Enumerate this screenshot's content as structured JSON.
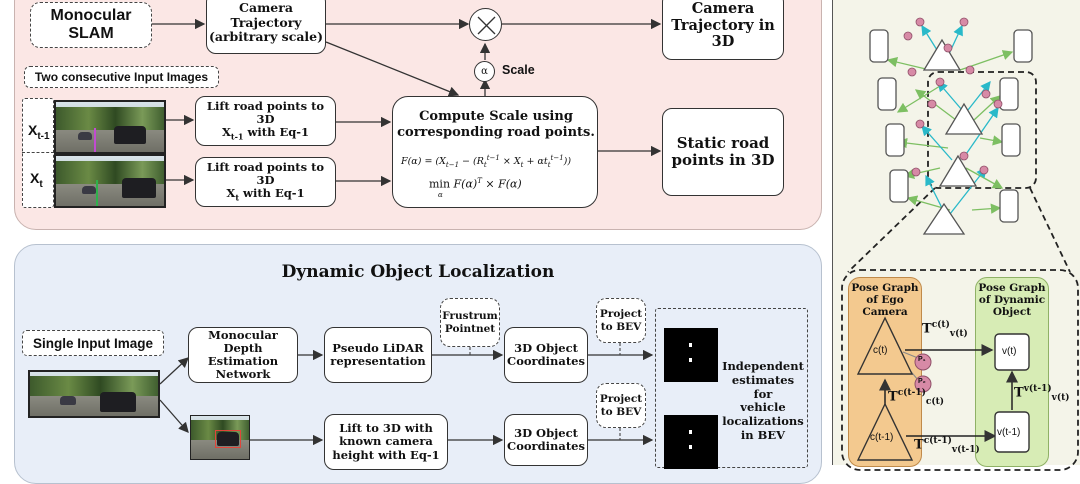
{
  "top": {
    "monocular_slam": "Monocular SLAM",
    "camera_trajectory_arbitrary": [
      "Camera",
      "Trajectory",
      "(arbitrary scale)"
    ],
    "camera_trajectory_3d": [
      "Camera",
      "Trajectory in",
      "3D"
    ],
    "scale_symbol": "α",
    "scale_label": "Scale",
    "consecutive_images": "Two consecutive Input Images",
    "frame_prev_label": "X",
    "frame_prev_sub": "t-1",
    "frame_curr_label": "X",
    "frame_curr_sub": "t",
    "lift_prev": [
      "Lift road points to 3D",
      "X",
      "t-1",
      " with Eq-1"
    ],
    "lift_curr": [
      "Lift road points to 3D",
      "X",
      "t",
      " with Eq-1"
    ],
    "compute_scale_title": [
      "Compute Scale using",
      "corresponding road points."
    ],
    "formula_1": "F(α) = (X_{t−1} − (R_t^{t−1} × X_t + αt_t^{t−1}))",
    "formula_2": "min F(α)ᵀ × F(α)",
    "formula_2_sub": "α",
    "static_road": [
      "Static road",
      "points in 3D"
    ]
  },
  "bottom": {
    "title": "Dynamic Object Localization",
    "single_input": "Single Input Image",
    "mono_depth": [
      "Monocular Depth",
      "Estimation",
      "Network"
    ],
    "pseudo_lidar": [
      "Pseudo LiDAR",
      "representation"
    ],
    "frustum": [
      "Frustrum",
      "Pointnet"
    ],
    "obj_coords_1": [
      "3D Object",
      "Coordinates"
    ],
    "obj_coords_2": [
      "3D Object",
      "Coordinates"
    ],
    "project_bev_1": [
      "Project",
      "to BEV"
    ],
    "project_bev_2": [
      "Project",
      "to BEV"
    ],
    "lift_known": [
      "Lift to 3D with",
      "known camera",
      "height with Eq-1"
    ],
    "independent": [
      "Independent",
      "estimates for",
      "vehicle",
      "localizations",
      "in BEV"
    ]
  },
  "right": {
    "pose_graph_ego": [
      "Pose Graph",
      "of Ego",
      "Camera"
    ],
    "pose_graph_dynamic": [
      "Pose Graph",
      "of Dynamic",
      "Object"
    ],
    "c_t": "c(t)",
    "c_t1": "c(t-1)",
    "v_t": "v(t)",
    "v_t1": "v(t-1)",
    "p1": "P₁",
    "p2": "P₂",
    "T_ct_vt": [
      "T",
      "c(t)",
      "v(t)"
    ],
    "T_ct1_ct": [
      "T",
      "c(t-1)",
      "c(t)"
    ],
    "T_ct1_vt1": [
      "T",
      "c(t-1)",
      "v(t-1)"
    ],
    "T_vt1_vt": [
      "T",
      "v(t-1)",
      "v(t)"
    ]
  },
  "colors": {
    "top_panel": "#fbe7e5",
    "bottom_panel": "#e8eef8",
    "right_panel": "#f4f4e9",
    "ego_panel": "#f3c98f",
    "dyn_panel": "#d7ecb5",
    "node_pink": "#d78aa6",
    "arrow_teal": "#29b9c9",
    "arrow_green": "#7dbf62"
  }
}
